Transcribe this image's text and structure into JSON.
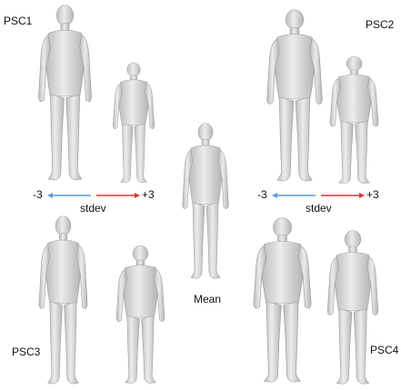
{
  "labels": {
    "psc1": "PSC1",
    "psc2": "PSC2",
    "psc3": "PSC3",
    "psc4": "PSC4",
    "mean": "Mean"
  },
  "scale": {
    "left_minus": "-3",
    "left_plus": "+3",
    "left_stdev": "stdev",
    "right_minus": "-3",
    "right_plus": "+3",
    "right_stdev": "stdev"
  },
  "colors": {
    "neg_arrow": "#5b9bd5",
    "pos_arrow": "#e03030",
    "body_fill": "#d9d9d9",
    "body_stroke": "#a8a8a8"
  }
}
